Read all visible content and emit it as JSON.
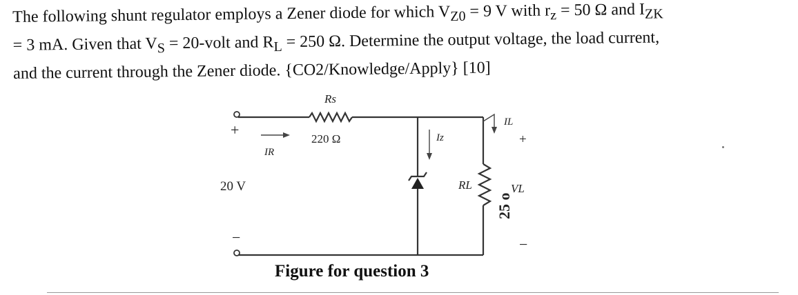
{
  "question": {
    "line1": "The following shunt regulator employs a Zener diode for which V",
    "line1_sub1": "Z0",
    "line1_b": " = 9 V with r",
    "line1_sub2": "z",
    "line1_c": " = 50 Ω and I",
    "line1_sub3": "ZK",
    "line2": "= 3 mA. Given that V",
    "line2_sub1": "S",
    "line2_b": " = 20-volt and R",
    "line2_sub2": "L",
    "line2_c": " = 250 Ω. Determine the output voltage, the load current,",
    "line3": "and the current through the Zener diode. {CO2/Knowledge/Apply} [10]"
  },
  "circuit": {
    "rs_label": "Rs",
    "rs_value": "220 Ω",
    "ir_label": "IR",
    "source_voltage": "20 V",
    "plus_in": "+",
    "minus_in": "−",
    "iz_label": "Iz",
    "il_label": "IL",
    "rl_label": "RL",
    "plus_out": "+",
    "minus_out": "−",
    "vl_label": "VL",
    "handwritten_value": "25 o"
  },
  "caption": "Figure for question 3"
}
